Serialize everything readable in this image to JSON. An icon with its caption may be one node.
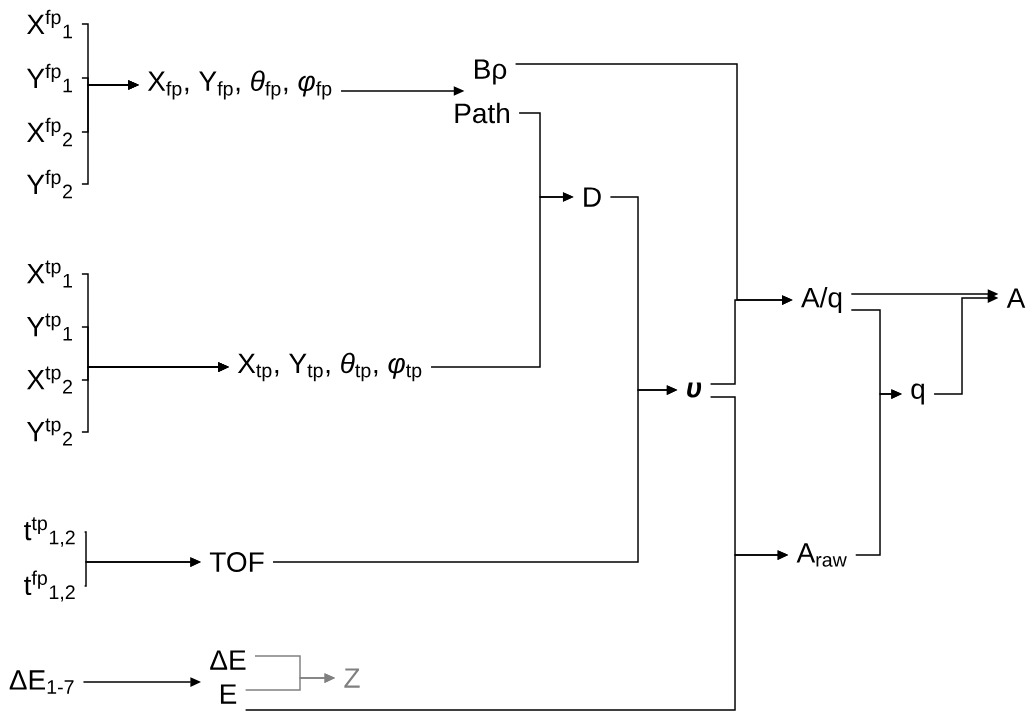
{
  "diagram": {
    "nodes": [
      {
        "text": [
          "X$^{fp}$$_{1}$"
        ]
      },
      {
        "text": [
          "Y$^{fp}$$_{1}$"
        ]
      },
      {
        "text": [
          "X$^{fp}$$_{2}$"
        ]
      },
      {
        "text": [
          "Y$^{fp}$$_{2}$"
        ]
      },
      {
        "text": [
          "X$_{fp}$, Y$_{fp}$, *θ*$_{fp}$, *φ*$_{fp}$"
        ]
      },
      {
        "text": [
          "Bρ"
        ]
      },
      {
        "text": [
          "Path"
        ]
      },
      {
        "text": [
          "X$^{tp}$$_{1}$"
        ]
      },
      {
        "text": [
          "Y$^{tp}$$_{1}$"
        ]
      },
      {
        "text": [
          "X$^{tp}$$_{2}$"
        ]
      },
      {
        "text": [
          "Y$^{tp}$$_{2}$"
        ]
      },
      {
        "text": [
          "X$_{tp}$, Y$_{tp}$, *θ*$_{tp}$, *φ*$_{tp}$"
        ]
      },
      {
        "text": [
          "t$^{tp}$$_{1,2}$"
        ]
      },
      {
        "text": [
          "t$^{fp}$$_{1,2}$"
        ]
      },
      {
        "text": [
          "TOF"
        ]
      },
      {
        "text": [
          "ΔE$_{1-7}$"
        ]
      },
      {
        "text": [
          "ΔE"
        ]
      },
      {
        "text": [
          "E"
        ]
      },
      {
        "text": [
          "Z"
        ]
      },
      {
        "text": [
          "D"
        ]
      },
      {
        "text": [
          "υ"
        ]
      },
      {
        "text": [
          "A/q"
        ]
      },
      {
        "text": [
          "A$_{raw}$"
        ]
      },
      {
        "text": [
          "q"
        ]
      },
      {
        "text": [
          "A"
        ]
      }
    ],
    "edges": [
      {
        "from": 0,
        "to": 4,
        "arrow": "to"
      },
      {
        "from": 1,
        "to": 4,
        "arrow": "to"
      },
      {
        "from": 2,
        "to": 4,
        "arrow": "to"
      },
      {
        "from": 3,
        "to": 4,
        "arrow": "to"
      },
      {
        "from": 4,
        "to": 5,
        "arrow": "to"
      },
      {
        "from": 7,
        "to": 11,
        "arrow": "to"
      },
      {
        "from": 8,
        "to": 11,
        "arrow": "to"
      },
      {
        "from": 9,
        "to": 11,
        "arrow": "to"
      },
      {
        "from": 10,
        "to": 11,
        "arrow": "to"
      },
      {
        "from": 12,
        "to": 14,
        "arrow": "to"
      },
      {
        "from": 13,
        "to": 14,
        "arrow": "to"
      },
      {
        "from": 15,
        "to": 16,
        "arrow": "to"
      },
      {
        "from": 16,
        "to": 18,
        "arrow": "to",
        "color": "#808080"
      },
      {
        "from": 17,
        "to": 18,
        "arrow": "to",
        "color": "#808080"
      },
      {
        "from": 6,
        "to": 19,
        "arrow": "to"
      },
      {
        "from": 11,
        "to": 19,
        "arrow": "to"
      },
      {
        "from": 19,
        "to": 20,
        "arrow": "to"
      },
      {
        "from": 14,
        "to": 20,
        "arrow": "to"
      },
      {
        "from": 5,
        "to": 21,
        "arrow": "to"
      },
      {
        "from": 20,
        "to": 21,
        "arrow": "to"
      },
      {
        "from": 20,
        "to": 22,
        "arrow": "to"
      },
      {
        "from": 17,
        "to": 22,
        "arrow": "to"
      },
      {
        "from": 21,
        "to": 23,
        "arrow": "to"
      },
      {
        "from": 22,
        "to": 23,
        "arrow": "to"
      },
      {
        "from": 21,
        "to": 24,
        "arrow": "to"
      },
      {
        "from": 23,
        "to": 24,
        "arrow": "to"
      }
    ]
  }
}
